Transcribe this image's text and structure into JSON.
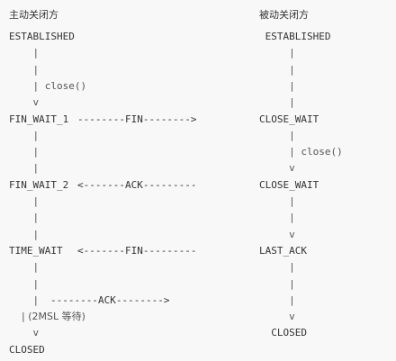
{
  "columns": {
    "active": {
      "heading": "主动关闭方",
      "lines": [
        "ESTABLISHED",
        "    |",
        "    |",
        "    | close()",
        "    v",
        "FIN_WAIT_1",
        "    |",
        "    |",
        "    |",
        "FIN_WAIT_2",
        "    |",
        "    |",
        "    |",
        "TIME_WAIT",
        "    |",
        "    |",
        "    |",
        "    | (2MSL 等待)",
        "    v",
        "CLOSED"
      ]
    },
    "passive": {
      "heading": "被动关闭方",
      "lines": [
        " ESTABLISHED",
        "     |",
        "     |",
        "     |",
        "     |",
        "CLOSE_WAIT",
        "     |",
        "     | close()",
        "     v",
        "CLOSE_WAIT",
        "     |",
        "     |",
        "     v",
        "LAST_ACK",
        "     |",
        "     |",
        "     |",
        "     v",
        "  CLOSED"
      ]
    }
  },
  "messages": [
    {
      "text": "--------FIN-------->",
      "row": 5
    },
    {
      "text": "<-------ACK---------",
      "row": 9
    },
    {
      "text": "<-------FIN---------",
      "row": 13
    },
    {
      "text": "--------ACK-------->",
      "row": 16
    }
  ]
}
